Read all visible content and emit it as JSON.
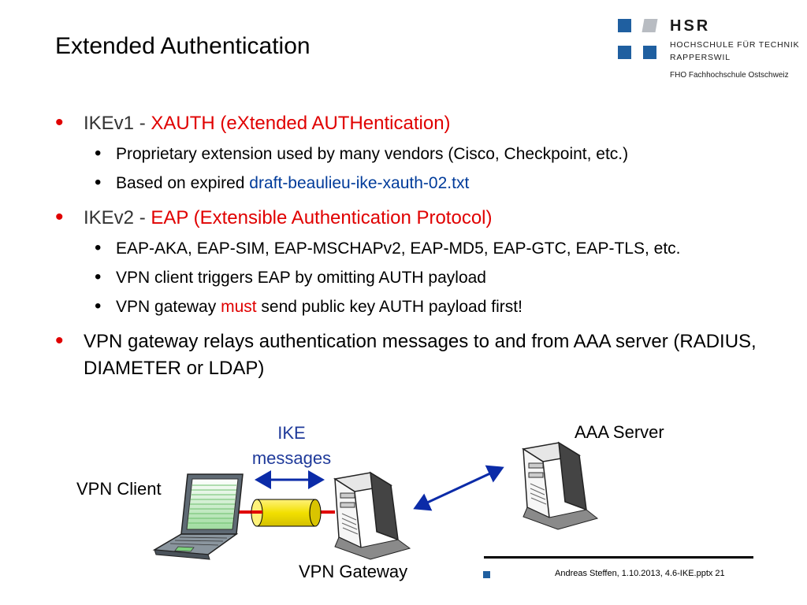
{
  "slide": {
    "title": "Extended Authentication"
  },
  "logo": {
    "name": "HSR",
    "line1": "HOCHSCHULE FÜR TECHNIK",
    "line2": "RAPPERSWIL",
    "line3": "FHO Fachhochschule Ostschweiz"
  },
  "bullets": {
    "b1": {
      "prefix": "IKEv1 - ",
      "highlight": "XAUTH (eXtended AUTHentication)"
    },
    "b1_sub1": "Proprietary extension used by many vendors (Cisco, Checkpoint, etc.)",
    "b1_sub2": {
      "prefix": "Based on expired ",
      "link": "draft-beaulieu-ike-xauth-02.txt"
    },
    "b2": {
      "prefix": "IKEv2 - ",
      "highlight": "EAP (Extensible Authentication Protocol)"
    },
    "b2_sub1": "EAP-AKA, EAP-SIM, EAP-MSCHAPv2, EAP-MD5, EAP-GTC, EAP-TLS, etc.",
    "b2_sub2": "VPN client triggers EAP by omitting AUTH payload",
    "b2_sub3": {
      "prefix": "VPN gateway ",
      "highlight": "must",
      "suffix": " send public key AUTH payload first!"
    },
    "b3": "VPN gateway relays authentication messages to and from AAA server (RADIUS, DIAMETER or LDAP)"
  },
  "diagram": {
    "ike_line1": "IKE",
    "ike_line2": "messages",
    "vpn_client": "VPN Client",
    "vpn_gateway": "VPN Gateway",
    "aaa_server": "AAA Server"
  },
  "footer": {
    "text": "Andreas Steffen, 1.10.2013, 4.6-IKE.pptx 21"
  }
}
